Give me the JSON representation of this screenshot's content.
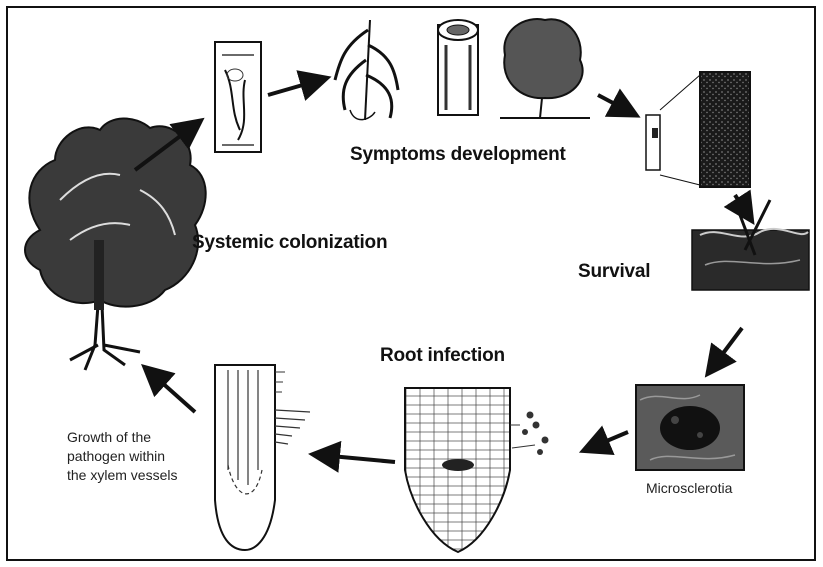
{
  "stages": {
    "symptoms": "Symptoms development",
    "systemic": "Systemic colonization",
    "survival": "Survival",
    "root_infection": "Root infection",
    "microsclerotia": "Microsclerotia",
    "growth_lines": [
      "Growth of the",
      "pathogen within",
      "the xylem vessels"
    ]
  },
  "colors": {
    "ink": "#111111",
    "background": "#ffffff",
    "shade": "#555555"
  }
}
